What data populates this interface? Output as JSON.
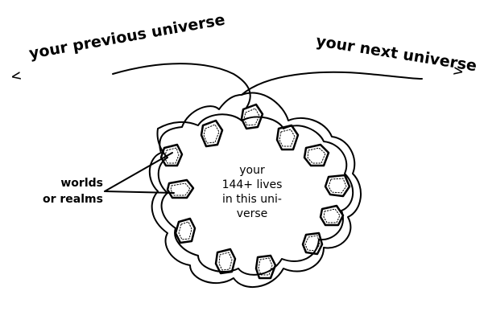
{
  "labels": {
    "previous_universe": "your previous universe",
    "next_universe": "your next universe",
    "worlds_or_realms": "worlds\nor realms",
    "center_text": "your\n144+ lives\nin this uni-\nverse"
  },
  "glyphs": {
    "left_arrow": "<",
    "right_arrow": ">"
  }
}
